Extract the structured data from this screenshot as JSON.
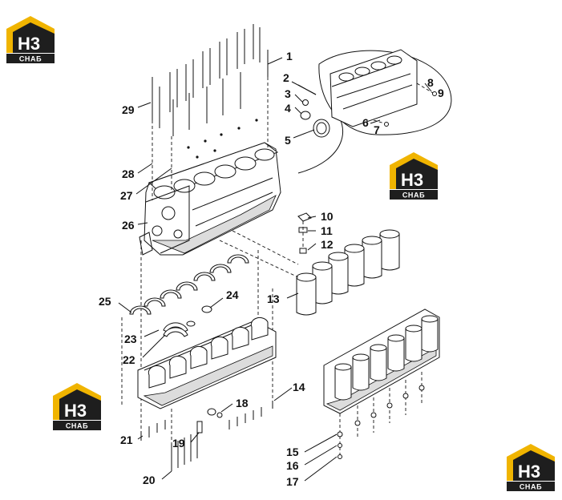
{
  "diagram": {
    "logo": {
      "mark": "H3",
      "word": "СНАБ"
    },
    "callouts": [
      "1",
      "2",
      "3",
      "4",
      "5",
      "6",
      "7",
      "8",
      "9",
      "10",
      "11",
      "12",
      "13",
      "14",
      "15",
      "16",
      "17",
      "18",
      "19",
      "20",
      "21",
      "22",
      "23",
      "24",
      "25",
      "26",
      "27",
      "28",
      "29"
    ]
  }
}
